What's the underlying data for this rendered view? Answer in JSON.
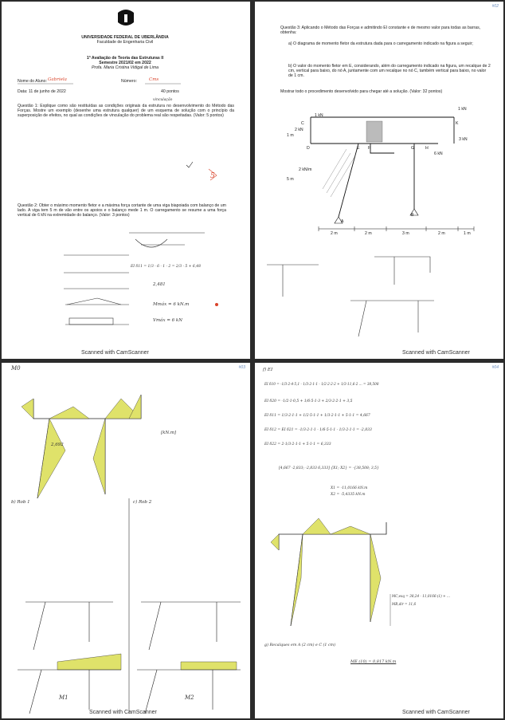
{
  "page1": {
    "university": "UNIVERSIDADE FEDERAL DE UBERLÂNDIA",
    "faculty": "Faculdade de Engenharia Civil",
    "exam_title": "1ª Avaliação de Teoria das Estruturas II",
    "semester": "Semestre 2021/02 em 2022",
    "professor": "Profa. Maria Cristina Vidigal de Lima",
    "name_label": "Nome do Aluno:",
    "name_value": "Gabriela",
    "number_label": "Número:",
    "number_value": "Cms",
    "date": "Data: 11 de junho de 2022",
    "points": "40 pontos",
    "q1": "Questão 1: Explique como são restituídas as condições originais da estrutura no desenvolvimento do Método das Forças. Mostre um exemplo (desenhe uma estrutura qualquer) de um esquema de solução com o princípio da superposição de efeitos, no qual as condições de vinculação do problema real são respeitadas. (Valor: 5 pontos)",
    "q1_annot": "vinculação",
    "q1_score": "5",
    "q2": "Questão 2: Obter o máximo momento fletor e a máxima força cortante de uma viga biapoiada com balanço de um lado. A viga tem 5 m de vão entre os apoios e o balanço mede 1 m. O carregamento se resume a uma força vertical de 6 kN na extremidade do balanço. (Valor: 3 pontos)",
    "q2_calc": "EI δ11 = 1/3 · 6 · 1 · 2 = 2/3 · 5 + 6,48",
    "q2_res": "2,481",
    "mmax": "Mmáx = 6 kN.m",
    "vmax": "Vmáx = 6 kN",
    "scan": "Scanned with CamScanner"
  },
  "page2": {
    "num": "#02",
    "q3": "Questão 3: Aplicando o Método das Forças e admitindo EI constante e de mesmo valor para todas as barras, obtenha:",
    "qa": "a)  O diagrama de momento fletor da estrutura dada para o carregamento indicado na figura a seguir;",
    "qb": "b)  O valor do momento fletor em E, considerando, além do carregamento indicado na figura, um recalque de 2 cm, vertical para baixo, do nó A, juntamente com um recalque no nó C, também vertical para baixo, no valor de 1 cm.",
    "qc": "Mostrar todo o procedimento desenvolvido para chegar até a solução. (Valor: 32 pontos)",
    "labels": {
      "C": "C",
      "D": "D",
      "E": "E",
      "F": "F",
      "G": "G",
      "H": "H",
      "K": "K",
      "A": "A",
      "B": "B"
    },
    "loads": {
      "p1": "1 kN",
      "p2": "2 kN",
      "p3": "1 kN",
      "p4": "3 kN",
      "p5": "6 kN",
      "q": "2 kN/m"
    },
    "dims": {
      "d1": "2 m",
      "d2": "2 m",
      "d3": "3 m",
      "d4": "2 m",
      "d5": "1 m",
      "h": "5 m",
      "h2": "1 m"
    },
    "scan": "Scanned with CamScanner"
  },
  "page3": {
    "num": "#03",
    "m0": "M0",
    "unit": "[kN.m]",
    "v1": "2,692",
    "case1": "b) Rob 1",
    "case2": "c) Rob 2",
    "m1": "M1",
    "m2": "M2",
    "scan": "Scanned with CamScanner"
  },
  "page4": {
    "num": "#04",
    "head": "f) EI",
    "eqs": [
      "EI δ10 = -1/3·2·4·5,1 - 1/3·2·1·1 - 1/2·2·2·2 + 1/3·11,6·2 ... = 38,508",
      "EI δ20 = -1/2·1·0,5 + 1/6·5·1·3 + 2/3·2·2·1 + 3,5",
      "EI δ11 = 1/3·2·1·1 + 1/2·5·1·1 + 1/3·2·1·1 + 5·1·1 = 4,667",
      "EI δ12 = EI δ21 = -1/3·2·1·1 - 1/6·5·1·1 - 1/3·2·1·1 = -2,833",
      "EI δ22 = 2·1/3·2·1·1 + 5·1·1 = 6,333"
    ],
    "matrix": "[4,667 -2,833; -2,833 6,333] {X1; X2} = -{38,508; 3,5}",
    "x1": "X1 = -11,0166 kN.m",
    "x2": "X2 = -5,4335 kN.m",
    "final1": "MC,esq = 38,24 - 11,0166·(1) + ...",
    "final2": "MB,dir = 11,6",
    "rec": "g) Recalques em A (2 cm) e C (1 cm)",
    "res": "ME (10) = 0,817 kN.m",
    "scan": "Scanned with CamScanner"
  },
  "colors": {
    "diagram_fill": "#dfe26a",
    "ink": "#222222",
    "grade": "#d9432a",
    "pagenum": "#6a8dbf"
  }
}
